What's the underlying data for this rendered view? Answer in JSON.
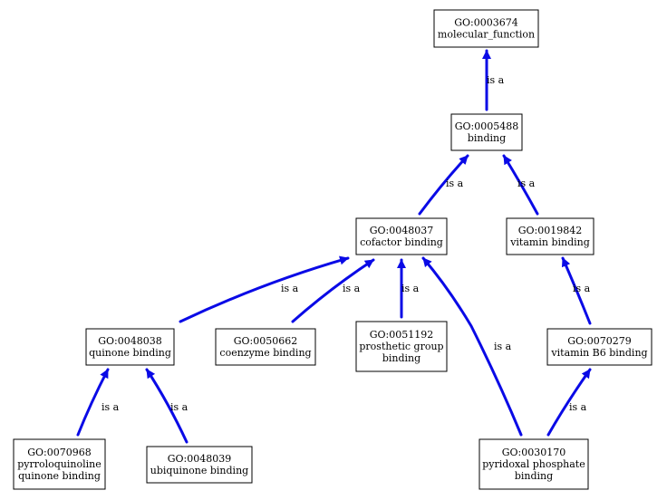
{
  "colors": {
    "edge": "#0a0ae6",
    "box_border": "#000000",
    "background": "#ffffff"
  },
  "nodes": [
    {
      "id": "GO:0003674",
      "lines": [
        "GO:0003674",
        "molecular_function"
      ]
    },
    {
      "id": "GO:0005488",
      "lines": [
        "GO:0005488",
        "binding"
      ]
    },
    {
      "id": "GO:0048037",
      "lines": [
        "GO:0048037",
        "cofactor binding"
      ]
    },
    {
      "id": "GO:0019842",
      "lines": [
        "GO:0019842",
        "vitamin binding"
      ]
    },
    {
      "id": "GO:0048038",
      "lines": [
        "GO:0048038",
        "quinone binding"
      ]
    },
    {
      "id": "GO:0050662",
      "lines": [
        "GO:0050662",
        "coenzyme binding"
      ]
    },
    {
      "id": "GO:0051192",
      "lines": [
        "GO:0051192",
        "prosthetic group",
        "binding"
      ]
    },
    {
      "id": "GO:0070279",
      "lines": [
        "GO:0070279",
        "vitamin B6 binding"
      ]
    },
    {
      "id": "GO:0070968",
      "lines": [
        "GO:0070968",
        "pyrroloquinoline",
        "quinone binding"
      ]
    },
    {
      "id": "GO:0048039",
      "lines": [
        "GO:0048039",
        "ubiquinone binding"
      ]
    },
    {
      "id": "GO:0030170",
      "lines": [
        "GO:0030170",
        "pyridoxal phosphate",
        "binding"
      ]
    }
  ],
  "edges": [
    {
      "from": "GO:0005488",
      "to": "GO:0003674",
      "label": "is a"
    },
    {
      "from": "GO:0048037",
      "to": "GO:0005488",
      "label": "is a"
    },
    {
      "from": "GO:0019842",
      "to": "GO:0005488",
      "label": "is a"
    },
    {
      "from": "GO:0048038",
      "to": "GO:0048037",
      "label": "is a"
    },
    {
      "from": "GO:0050662",
      "to": "GO:0048037",
      "label": "is a"
    },
    {
      "from": "GO:0051192",
      "to": "GO:0048037",
      "label": "is a"
    },
    {
      "from": "GO:0030170",
      "to": "GO:0048037",
      "label": "is a"
    },
    {
      "from": "GO:0070279",
      "to": "GO:0019842",
      "label": "is a"
    },
    {
      "from": "GO:0070968",
      "to": "GO:0048038",
      "label": "is a"
    },
    {
      "from": "GO:0048039",
      "to": "GO:0048038",
      "label": "is a"
    },
    {
      "from": "GO:0030170",
      "to": "GO:0070279",
      "label": "is a"
    }
  ]
}
